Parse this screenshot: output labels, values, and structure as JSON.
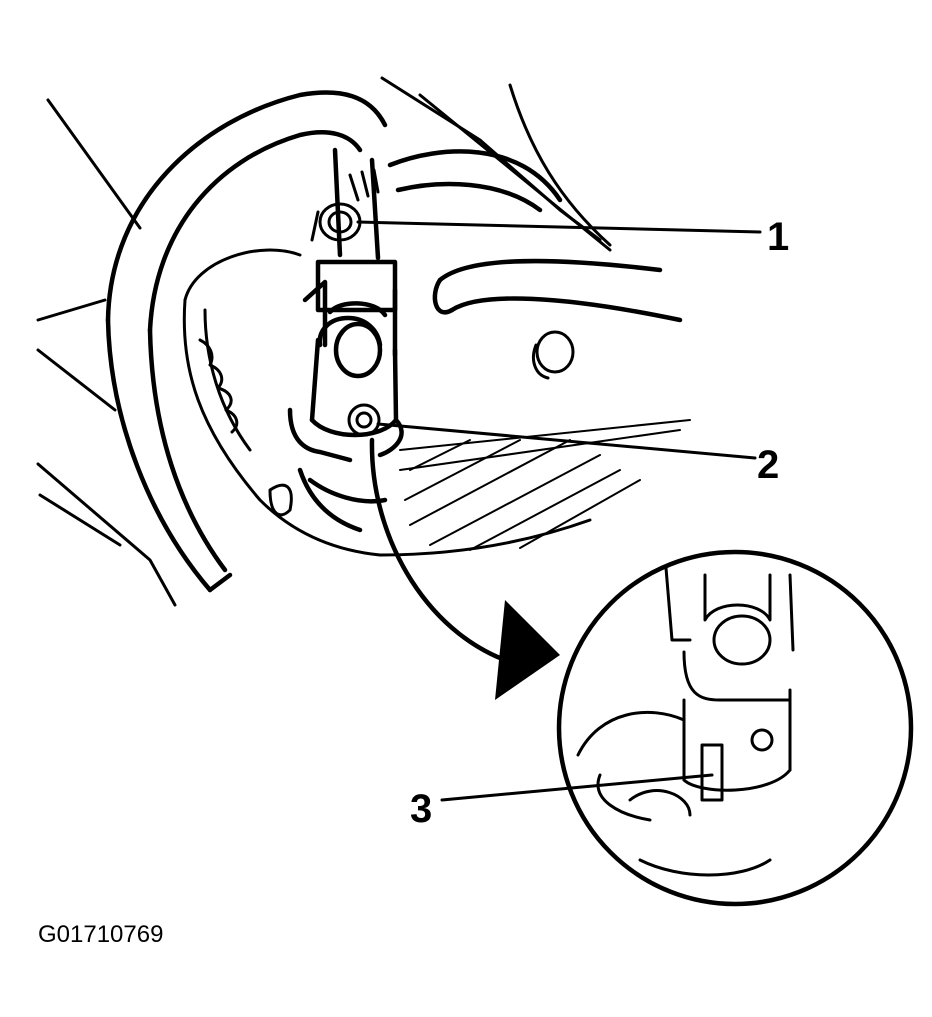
{
  "callouts": [
    {
      "label": "1"
    },
    {
      "label": "2"
    },
    {
      "label": "3"
    }
  ],
  "figure_id": "G01710769",
  "colors": {
    "ink": "#000000",
    "background": "#ffffff"
  }
}
